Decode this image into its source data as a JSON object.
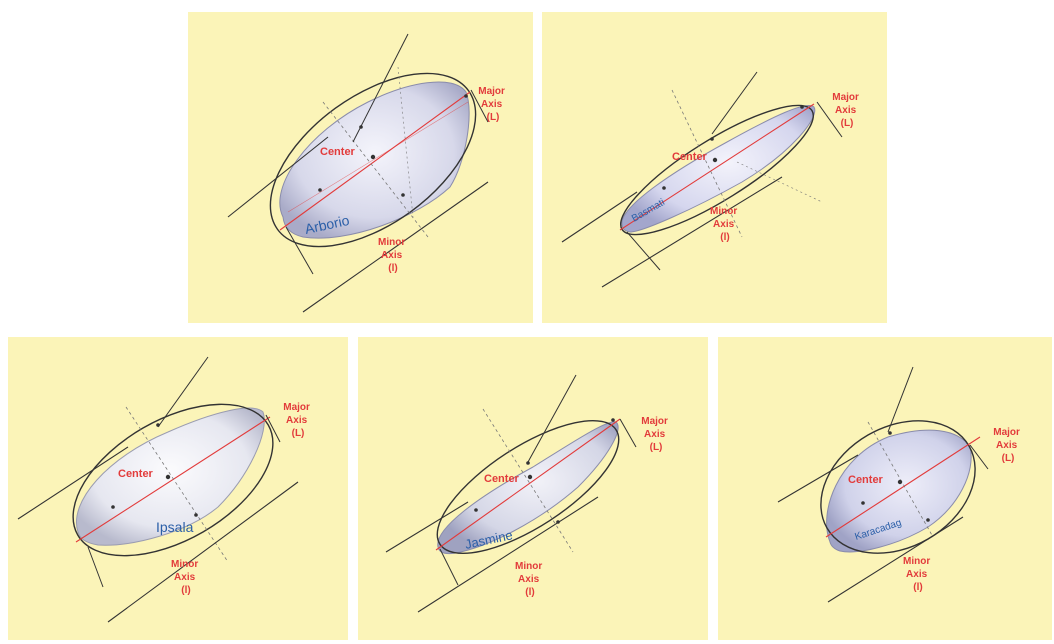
{
  "labels": {
    "center": "Center",
    "major_line1": "Major",
    "major_line2": "Axis",
    "major_line3": "(L)",
    "minor_line1": "Minor",
    "minor_line2": "Axis",
    "minor_line3": "(l)"
  },
  "varieties": [
    {
      "name": "Arborio"
    },
    {
      "name": "Basmati"
    },
    {
      "name": "Ipsala"
    },
    {
      "name": "Jasmine"
    },
    {
      "name": "Karacadag"
    }
  ],
  "colors": {
    "panel_background": "#fbf4b8",
    "label_red": "#e23b3b",
    "name_blue": "#2b5fa8",
    "grain_fill": "#dfe0f2",
    "outline": "#333333"
  }
}
